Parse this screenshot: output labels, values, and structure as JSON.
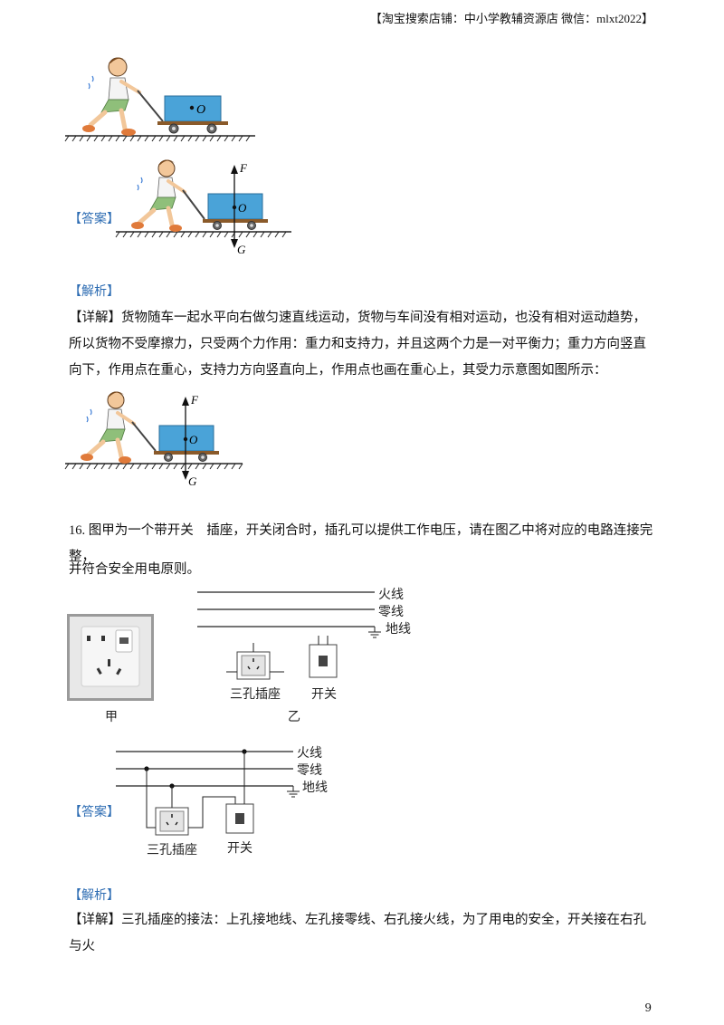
{
  "header": {
    "text": "【淘宝搜索店铺：中小学教辅资源店 微信：mlxt2022】"
  },
  "labels": {
    "answer": "【答案】",
    "analysis": "【解析】"
  },
  "q15": {
    "point": "O",
    "force_up": "F",
    "force_down": "G",
    "detail": "【详解】货物随车一起水平向右做匀速直线运动，货物与车间没有相对运动，也没有相对运动趋势，所以货物不受摩擦力，只受两个力作用：重力和支持力，并且这两个力是一对平衡力；重力方向竖直向下，作用点在重心，支持力方向竖直向上，作用点也画在重心上，其受力示意图如图所示："
  },
  "q16": {
    "question_line1": "16. 图甲为一个带开关　插座，开关闭合时，插孔可以提供工作电压，请在图乙中将对应的电路连接完整，",
    "question_line2": "并符合安全用电原则。",
    "live_wire": "火线",
    "neutral_wire": "零线",
    "ground_wire": "地线",
    "socket_label": "三孔插座",
    "switch_label": "开关",
    "fig_a": "甲",
    "fig_b": "乙",
    "detail": "【详解】三孔插座的接法：上孔接地线、左孔接零线、右孔接火线，为了用电的安全，开关接在右孔与火"
  },
  "page_number": "9"
}
